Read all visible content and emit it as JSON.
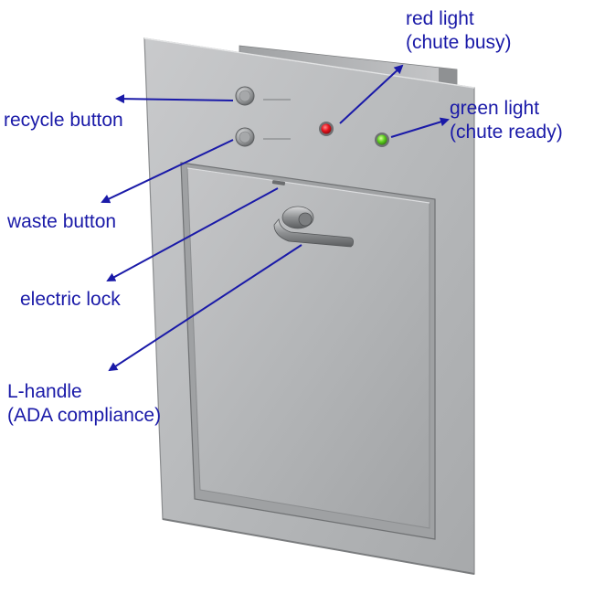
{
  "colors": {
    "label_text": "#1a1aa8",
    "arrow": "#1a1aa8",
    "steel_light": "#d2d3d4",
    "steel_mid": "#b4b6b8",
    "steel_dark": "#8a8c8e",
    "red_light": "#e8141e",
    "green_light": "#5fd11f"
  },
  "icons": {
    "recycle_button": "round-push-button-icon",
    "waste_button": "round-push-button-icon",
    "busy_indicator": "red-indicator-light-icon",
    "ready_indicator": "green-indicator-light-icon",
    "door_handle": "l-handle-icon"
  },
  "labels": {
    "red_light": {
      "line1": "red light",
      "line2": "(chute busy)"
    },
    "green_light": {
      "line1": "green light",
      "line2": "(chute ready)"
    },
    "recycle_button": "recycle button",
    "waste_button": "waste button",
    "electric_lock": "electric lock",
    "l_handle": {
      "line1": "L-handle",
      "line2": "(ADA compliance)"
    }
  }
}
